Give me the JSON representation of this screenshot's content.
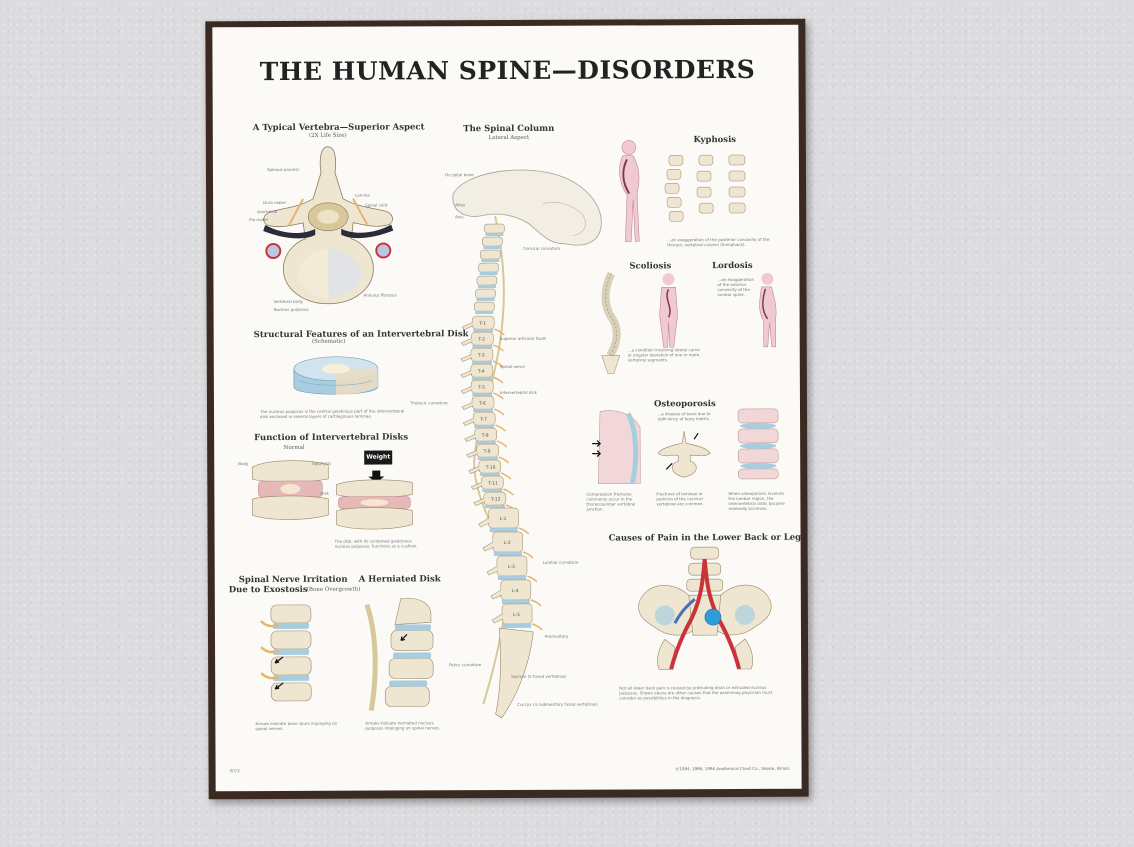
{
  "poster": {
    "title": "THE HUMAN SPINE—DISORDERS",
    "sections": {
      "typical_vertebra": "A Typical Vertebra—Superior Aspect",
      "typical_vertebra_sub": "(2X Life Size)",
      "spinal_column": "The Spinal Column",
      "spinal_column_sub": "Lateral Aspect",
      "kyphosis": "Kyphosis",
      "scoliosis": "Scoliosis",
      "lordosis": "Lordosis",
      "osteoporosis": "Osteoporosis",
      "intervertebral_disk": "Structural Features of an Intervertebral Disk",
      "intervertebral_disk_sub": "(Schematic)",
      "function_disks": "Function of Intervertebral Disks",
      "normal": "Normal",
      "weight": "Weight",
      "nerve_irritation_1": "Spinal Nerve Irritation",
      "nerve_irritation_2": "Due to Exostosis",
      "nerve_irritation_sub": "(Bone Overgrowth)",
      "herniated": "A Herniated Disk",
      "causes_pain": "Causes of Pain in the Lower Back or Leg"
    },
    "labels": {
      "spinous_process": "Spinous process",
      "lamina": "Lamina",
      "spinal_cord": "Spinal cord",
      "pia_mater": "Pia mater",
      "arachnoid": "Arachnoid",
      "dura_mater": "Dura mater",
      "superior_articular_facet": "Superior articular facet",
      "vertebral_body": "Vertebral body",
      "nucleus_pulposus": "Nucleus pulposus",
      "annulus_fibrosus": "Annulus fibrosus",
      "cervical_curvature": "Cervical curvature",
      "thoracic_curvature": "Thoracic curvature",
      "lumbar_curvature": "Lumbar curvature",
      "pelvic_curvature": "Pelvic curvature",
      "promontory": "Promontory",
      "sacrum": "Sacrum (5 fused vertebrae)",
      "coccyx": "Coccyx (4 rudimentary fused vertebrae)",
      "occipital_bone": "Occipital bone",
      "atlas": "Atlas",
      "axis": "Axis",
      "intervertebral_disk": "Intervertebral disk",
      "spinal_nerve": "Spinal nerve",
      "epiphysis": "Epiphysis",
      "body": "Body",
      "disk": "Disk"
    },
    "vertebra_labels": [
      "T-1",
      "T-2",
      "T-3",
      "T-4",
      "T-5",
      "T-6",
      "T-7",
      "T-8",
      "T-9",
      "T-10",
      "T-11",
      "T-12",
      "L-1",
      "L-2",
      "L-3",
      "L-4",
      "L-5"
    ],
    "captions": {
      "kyphosis": "...an exaggeration of the posterior concavity of the thoracic vertebral column (humpback).",
      "scoliosis": "...a condition involving lateral curve or angular deviation of one or more vertebral segments.",
      "lordosis": "...an exaggeration of the anterior convexity of the lumbar spine.",
      "osteoporosis": "...a disease of bone due to deficiency of bony matrix.",
      "osteo_left": "Compression fractures commonly occur in the thoracolumbar vertebral junction.",
      "osteo_mid": "Fractures of laminae or pedicles of the cervical vertebrae are common.",
      "osteo_right": "When osteoporosis involves the lumbar region, the intervertebral disks become markedly biconvex.",
      "disk": "The nucleus pulposus is the central gelatinous part of the intervertebral disk enclosed in several layers of cartilaginous laminae.",
      "function": "The disk, with its contained gelatinous nucleus pulposus, functions as a cushion.",
      "exostosis": "Arrows indicate bone spurs impinging on spinal nerves.",
      "herniated": "Arrows indicate herniated nucleus pulposus impinging on spinal nerves.",
      "causes": "Not all lower back pain is caused by protruding disks or extruded nucleus pulposus. Shown above are other causes that the examining physician must consider as possibilities in the diagnosis."
    },
    "copyright": "©1984, 1986, 1996 Anatomical Chart Co., Skokie, Illinois",
    "code": "0072"
  },
  "colors": {
    "wall": "#dcdcdf",
    "frame": "#3b2a22",
    "poster": "#fbfaf6",
    "bone": "#efe6d2",
    "disk_blue": "#a9cde0",
    "nerve": "#e7b46a",
    "cord": "#d7c89a",
    "pink": "#e9b0c0",
    "artery": "#c9343a"
  }
}
